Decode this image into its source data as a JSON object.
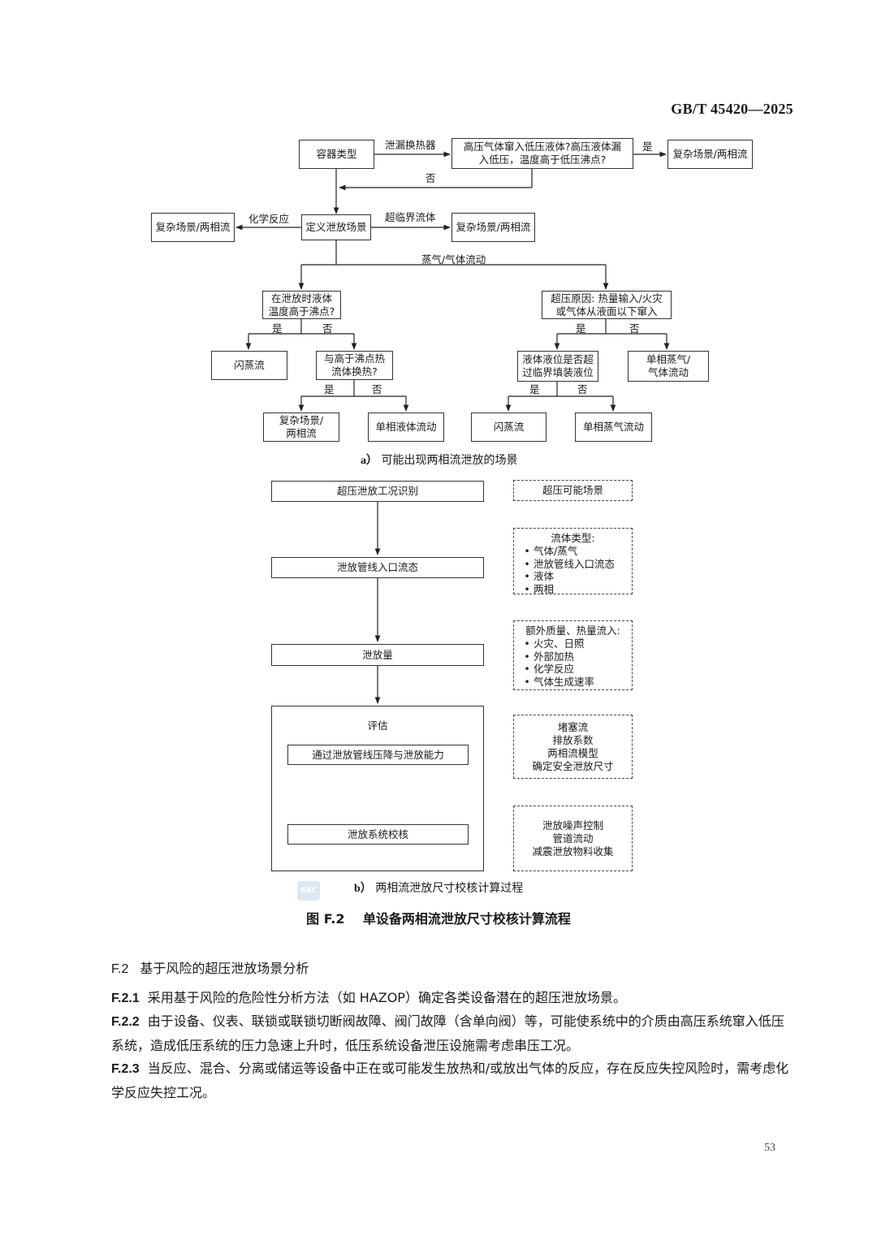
{
  "header": {
    "standard_no": "GB/T 45420—2025"
  },
  "fig_a": {
    "nodes": {
      "vessel_type": "容器类型",
      "hx_question": [
        "高压气体窜入低压液体?高压液体漏",
        "入低压，温度高于低压沸点?"
      ],
      "complex_1": "复杂场景/两相流",
      "define": "定义泄放场景",
      "complex_left": "复杂场景/两相流",
      "complex_right": "复杂场景/两相流",
      "liq_temp_q": [
        "在泄放时液体",
        "温度高于沸点?"
      ],
      "overpressure_cause": [
        "超压原因: 热量输入/火灾",
        "或气体从液面以下窜入"
      ],
      "flash_1": "闪蒸流",
      "hot_fluid_q": [
        "与高于沸点热",
        "流体换热?"
      ],
      "level_q": [
        "液体液位是否超",
        "过临界填装液位"
      ],
      "single_vapor_gas": [
        "单相蒸气/",
        "气体流动"
      ],
      "complex_bottom": [
        "复杂场景/",
        "两相流"
      ],
      "single_liquid": "单相液体流动",
      "flash_2": "闪蒸流",
      "single_vapor": "单相蒸气流动"
    },
    "labels": {
      "hx_leak": "泄漏换热器",
      "yes_1": "是",
      "no_1": "否",
      "chem_reaction": "化学反应",
      "supercritical": "超临界流体",
      "vapor_gas_flow": "蒸气/气体流动",
      "yes_2": "是",
      "no_2": "否",
      "yes_3": "是",
      "no_3": "否",
      "yes_4": "是",
      "no_4": "否",
      "yes_5": "是",
      "no_5": "否"
    },
    "caption_letter": "a）",
    "caption_text": "可能出现两相流泄放的场景"
  },
  "fig_b": {
    "left": {
      "identify": "超压泄放工况识别",
      "inlet_state": "泄放管线入口流态",
      "relief_amount": "泄放量",
      "evaluate": "评估",
      "pressure_drop": "通过泄放管线压降与泄放能力",
      "system_check": "泄放系统校核"
    },
    "right": {
      "possible": "超压可能场景",
      "fluid_type_head": "流体类型:",
      "fluid_type_items": [
        "气体/蒸气",
        "泄放管线入口流态",
        "液体",
        "两相"
      ],
      "extra_head": "额外质量、热量流入:",
      "extra_items": [
        "火灾、日照",
        "外部加热",
        "化学反应",
        "气体生成速率"
      ],
      "eval_items": [
        "堵塞流",
        "排放系数",
        "两相流模型",
        "确定安全泄放尺寸"
      ],
      "check_items": [
        "泄放噪声控制",
        "管道流动",
        "减震泄放物料收集"
      ]
    },
    "caption_letter": "b）",
    "caption_text": "两相流泄放尺寸校核计算过程"
  },
  "watermark": "SAC",
  "figure_caption": "图 F.2    单设备两相流泄放尺寸校核计算流程",
  "section": {
    "num": "F.2",
    "title": "基于风险的超压泄放场景分析"
  },
  "paragraphs": [
    {
      "num": "F.2.1",
      "text": "采用基于风险的危险性分析方法（如 HAZOP）确定各类设备潜在的超压泄放场景。"
    },
    {
      "num": "F.2.2",
      "text": "由于设备、仪表、联锁或联锁切断阀故障、阀门故障（含单向阀）等，可能使系统中的介质由高压系统窜入低压系统，造成低压系统的压力急速上升时，低压系统设备泄压设施需考虑串压工况。"
    },
    {
      "num": "F.2.3",
      "text": "当反应、混合、分离或储运等设备中正在或可能发生放热和/或放出气体的反应，存在反应失控风险时，需考虑化学反应失控工况。"
    }
  ],
  "page_number": "53"
}
